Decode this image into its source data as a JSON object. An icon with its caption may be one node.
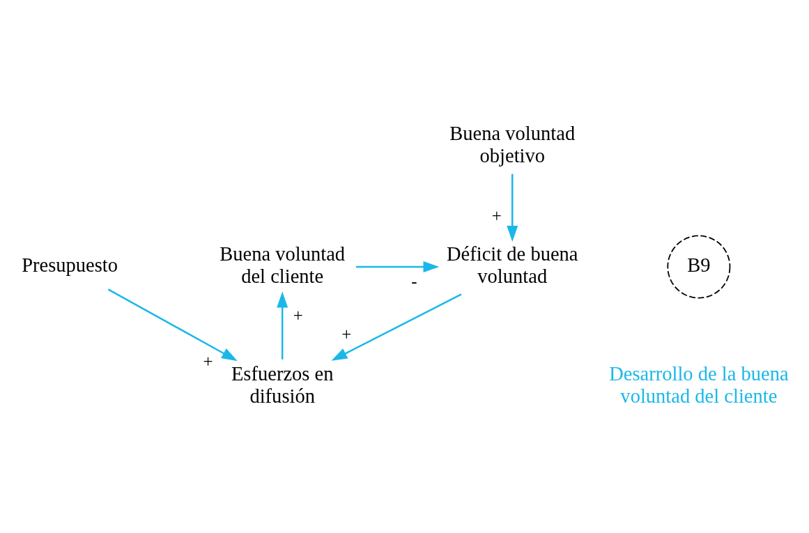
{
  "diagram": {
    "nodes": [
      {
        "text": [
          "Buena voluntad objetivo"
        ]
      },
      {
        "text": [
          "Presupuesto"
        ]
      },
      {
        "text": [
          "Esfuerzos en difusión"
        ]
      },
      {
        "text": [
          "Déficit de buena voluntad"
        ]
      },
      {
        "text": [
          "Buena voluntad del cliente"
        ]
      }
    ],
    "edges": [
      {
        "from": 0,
        "to": 3,
        "arrow": "to",
        "label": "+"
      },
      {
        "from": 1,
        "to": 2,
        "arrow": "to",
        "label": "+"
      },
      {
        "from": 3,
        "to": 2,
        "arrow": "to",
        "label": "+"
      },
      {
        "from": 2,
        "to": 4,
        "arrow": "to",
        "label": "+"
      },
      {
        "from": 4,
        "to": 3,
        "arrow": "to",
        "label": "-"
      }
    ],
    "labels": [
      "B9",
      "Desarrollo de la buena voluntad del cliente"
    ]
  }
}
